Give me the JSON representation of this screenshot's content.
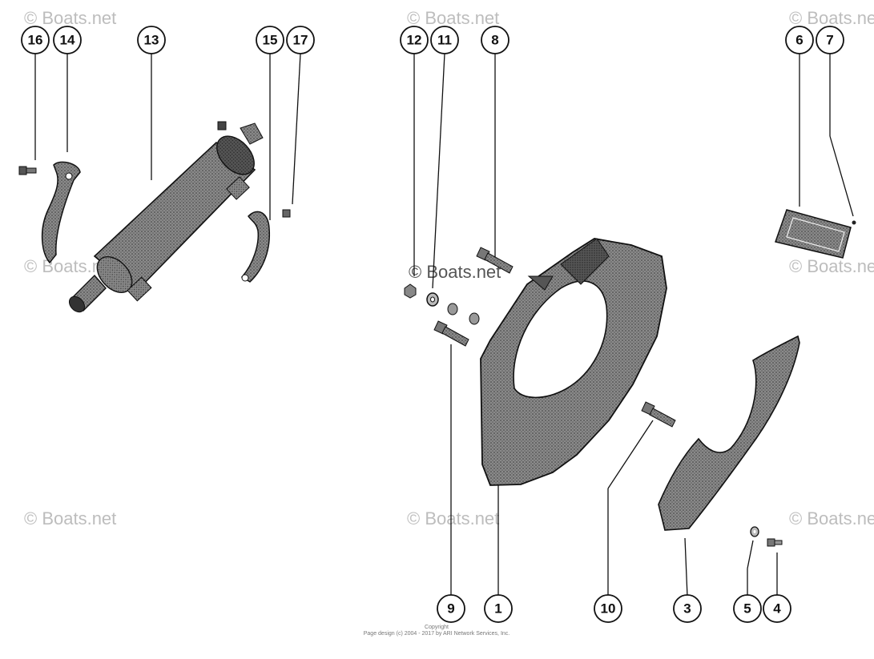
{
  "watermark": "© Boats.net",
  "callouts": {
    "c1": "1",
    "c3": "3",
    "c4": "4",
    "c5": "5",
    "c6": "6",
    "c7": "7",
    "c8": "8",
    "c9": "9",
    "c10": "10",
    "c11": "11",
    "c12": "12",
    "c13": "13",
    "c14": "14",
    "c15": "15",
    "c16": "16",
    "c17": "17"
  },
  "footer": {
    "line1": "Copyright",
    "line2": "Page design (c) 2004 - 2017 by ARI Network Services, Inc."
  }
}
